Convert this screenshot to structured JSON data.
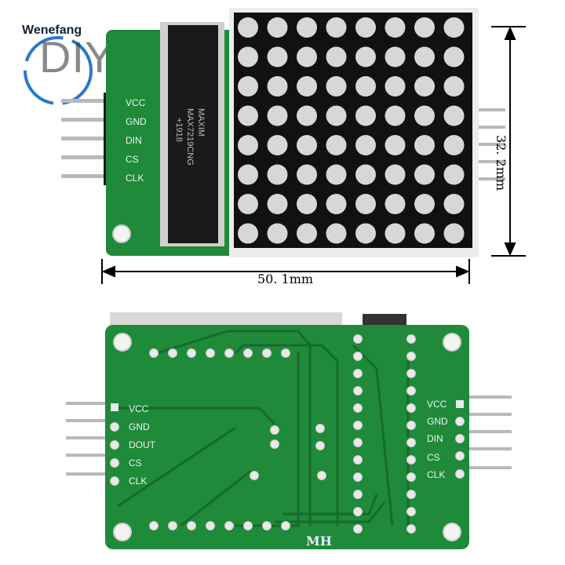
{
  "brand": {
    "name": "Wenefang",
    "watermark": "DIY-Victor"
  },
  "dimensions": {
    "width": "50. 1mm",
    "height": "32. 2mm"
  },
  "front": {
    "pins": [
      "VCC",
      "GND",
      "DIN",
      "CS",
      "CLK"
    ],
    "chip": {
      "lines": [
        "MAXIM",
        "MAX7219CNG",
        "+1918"
      ]
    }
  },
  "back": {
    "left_pins": [
      "VCC",
      "GND",
      "DOUT",
      "CS",
      "CLK"
    ],
    "right_pins": [
      "VCC",
      "GND",
      "DIN",
      "CS",
      "CLK"
    ],
    "maker": "MH"
  },
  "colors": {
    "pcb": "#1e8a3a",
    "pcb_dark": "#176a2c",
    "led": "#d7d7d7",
    "matrix": "#111111"
  }
}
